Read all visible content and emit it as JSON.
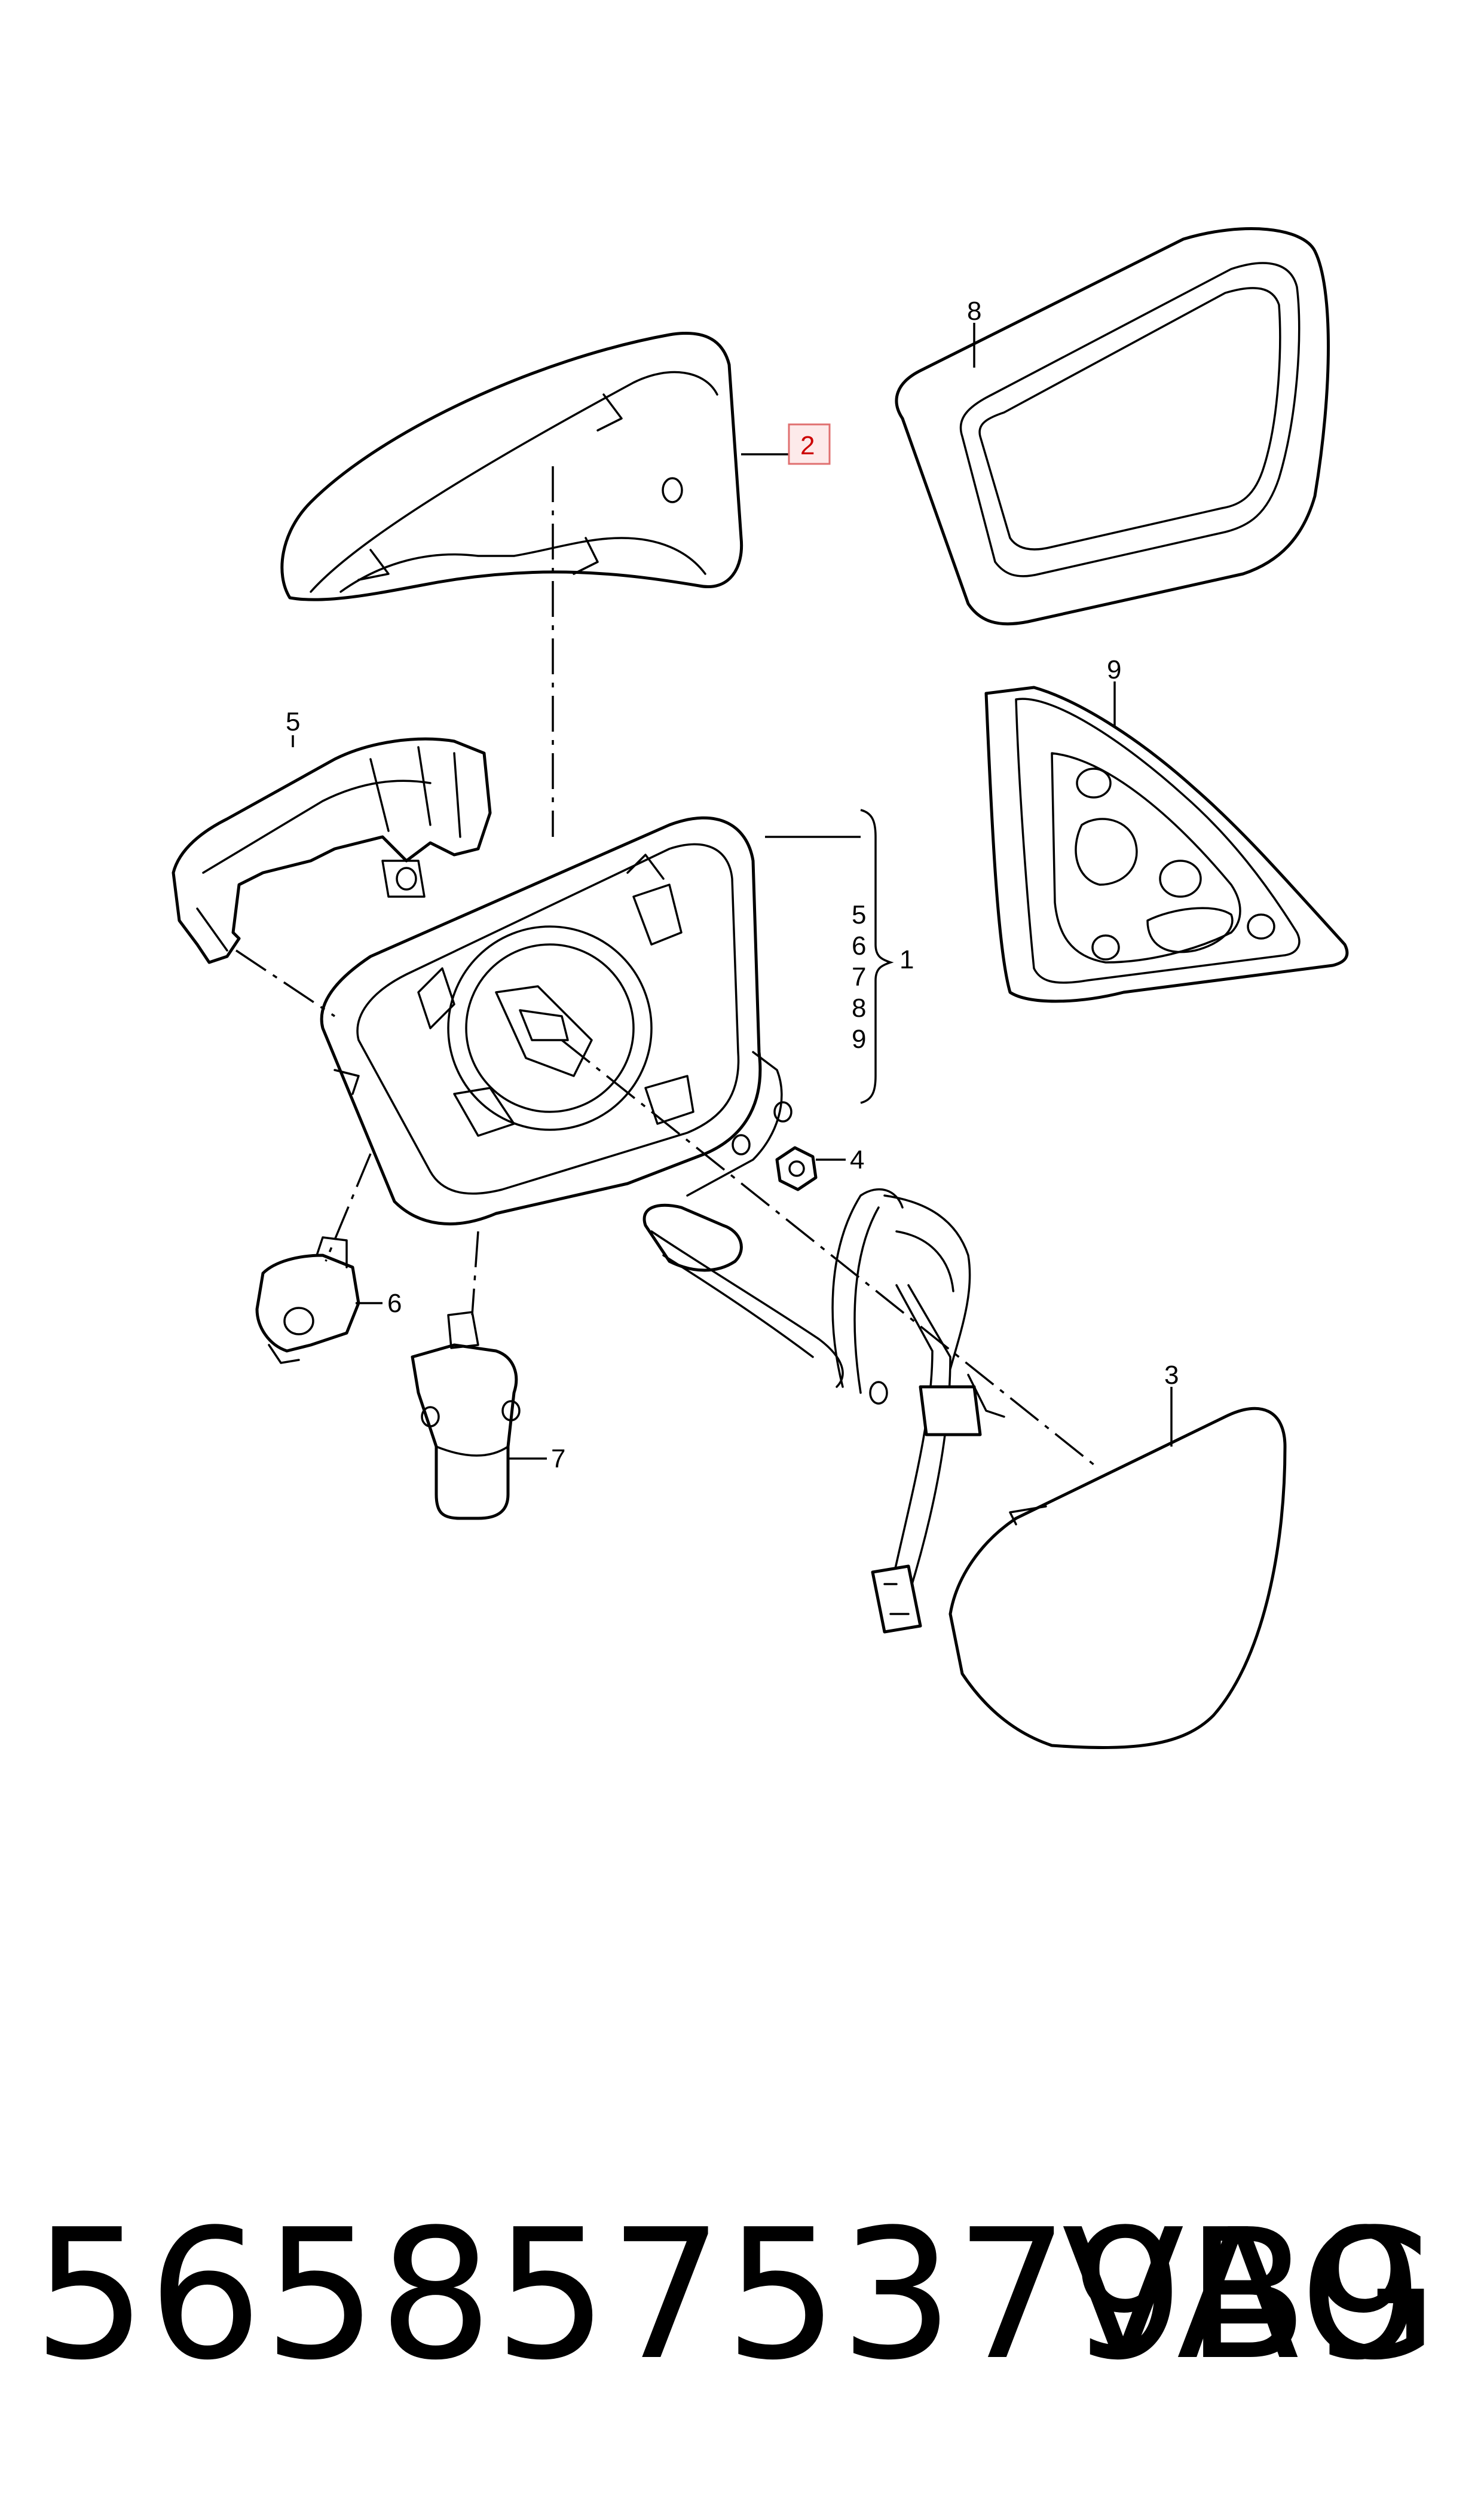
{
  "callouts": {
    "c2": "2",
    "c8": "8",
    "c5a": "5",
    "c9a": "9",
    "c1": "1",
    "c4": "4",
    "c3": "3",
    "c6": "6",
    "c7": "7"
  },
  "bracket_items": [
    "5",
    "6",
    "7",
    "8",
    "9"
  ],
  "highlight_color": "#cc0000",
  "footer": {
    "part_number": "5658575379B9",
    "brand": "VAG"
  }
}
